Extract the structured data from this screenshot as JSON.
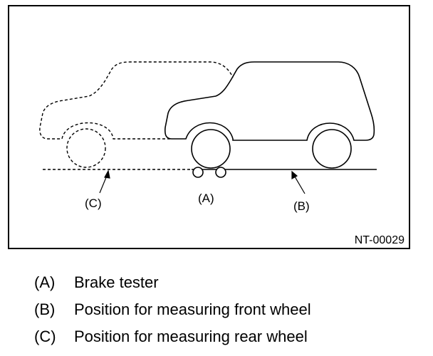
{
  "figure": {
    "callouts": {
      "a": "(A)",
      "b": "(B)",
      "c": "(C)"
    },
    "figure_id": "NT-00029"
  },
  "legend": [
    {
      "key": "(A)",
      "text": "Brake tester"
    },
    {
      "key": "(B)",
      "text": "Position for measuring front wheel"
    },
    {
      "key": "(C)",
      "text": "Position for measuring rear wheel"
    }
  ]
}
